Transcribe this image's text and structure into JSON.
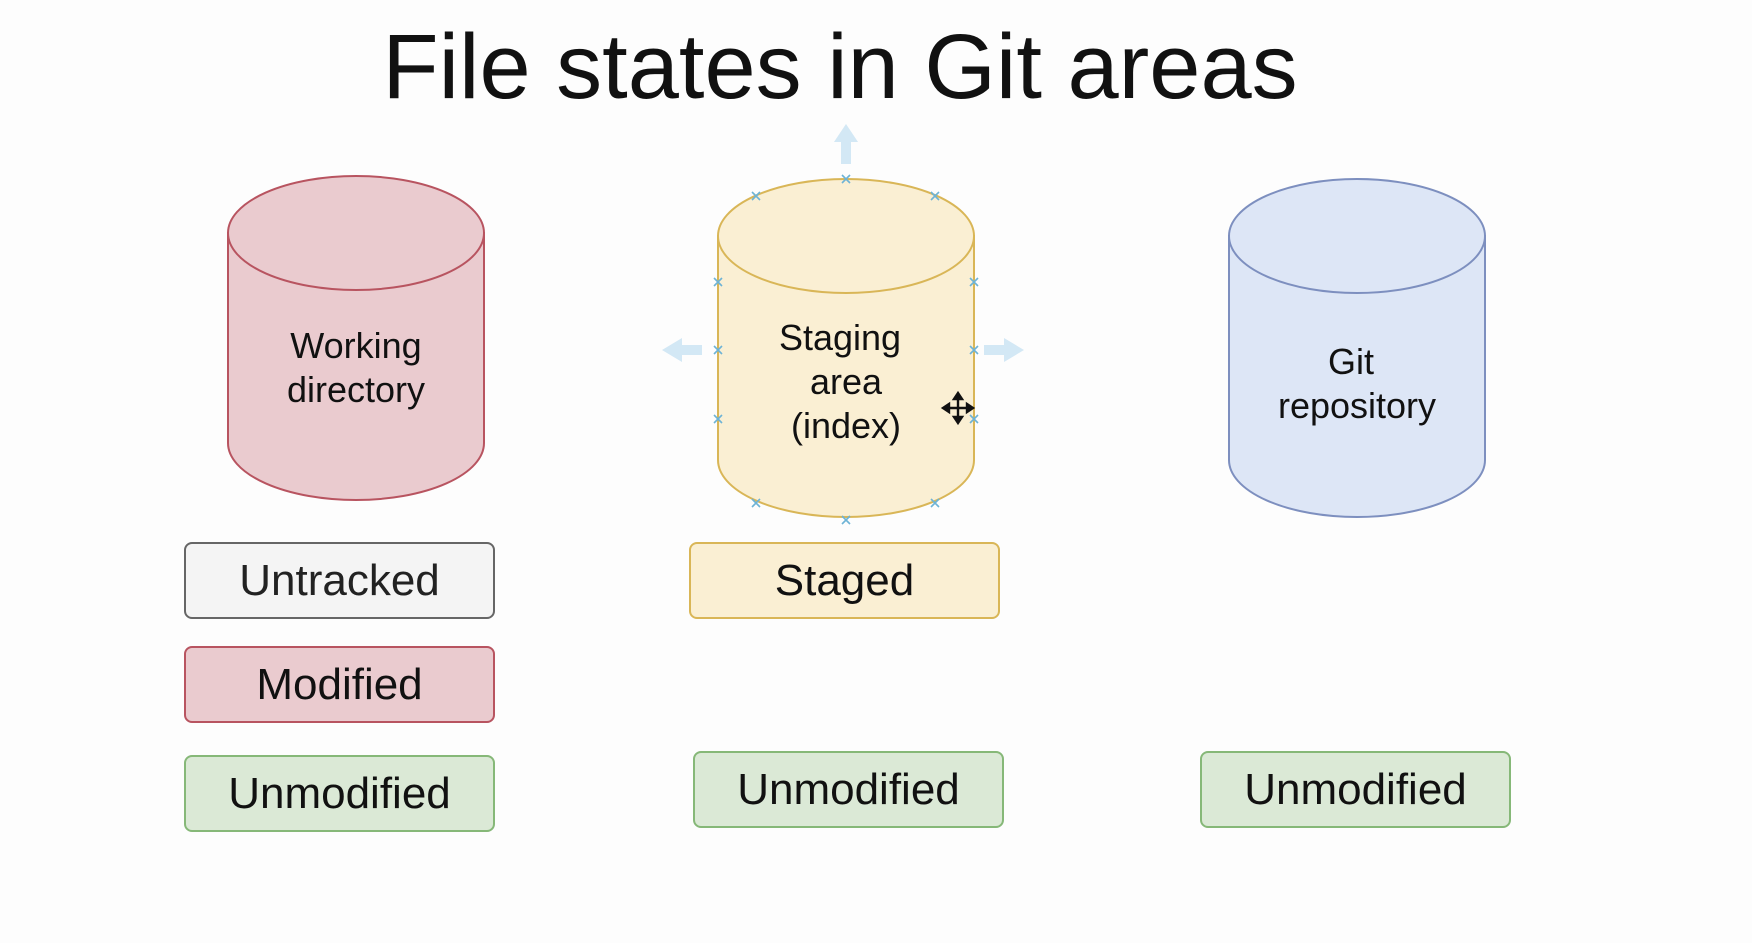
{
  "title": "File states in Git areas",
  "areas": {
    "working": {
      "label_lines": [
        "Working",
        "directory"
      ],
      "fill": "#eacbcf",
      "stroke": "#b85460"
    },
    "staging": {
      "label_lines": [
        "Staging",
        "area",
        "(index)"
      ],
      "fill": "#faefd3",
      "stroke": "#d9b657"
    },
    "repository": {
      "label_lines": [
        "Git",
        "repository"
      ],
      "fill": "#dde6f6",
      "stroke": "#7d8fbf"
    }
  },
  "states": {
    "working_untracked": "Untracked",
    "working_modified": "Modified",
    "working_unmodified": "Unmodified",
    "staging_staged": "Staged",
    "staging_unmodified": "Unmodified",
    "repository_unmodified": "Unmodified"
  },
  "selection_handle_color": "#d3e8f5",
  "selection_marker_color": "#6db3d6"
}
